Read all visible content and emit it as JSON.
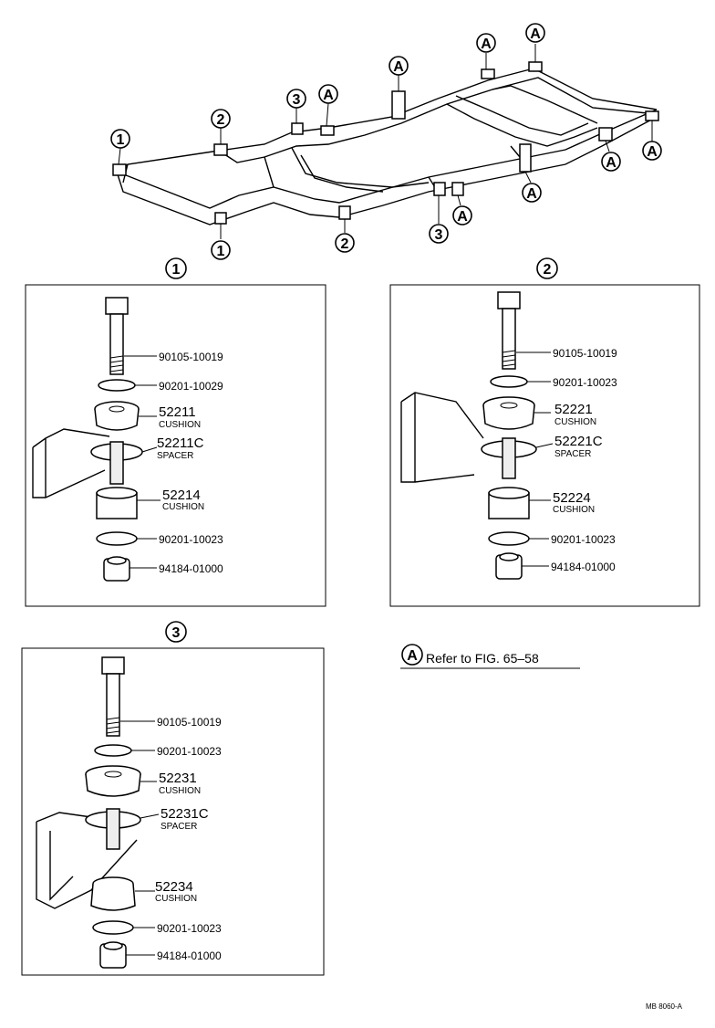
{
  "frame_markers": [
    {
      "id": "m1a",
      "text": "1"
    },
    {
      "id": "m2a",
      "text": "2"
    },
    {
      "id": "m3a",
      "text": "3"
    },
    {
      "id": "mAa",
      "text": "A"
    },
    {
      "id": "mAb",
      "text": "A"
    },
    {
      "id": "mAc",
      "text": "A"
    },
    {
      "id": "mAd",
      "text": "A"
    },
    {
      "id": "mAe",
      "text": "A"
    },
    {
      "id": "mAf",
      "text": "A"
    },
    {
      "id": "mAg",
      "text": "A"
    },
    {
      "id": "m1b",
      "text": "1"
    },
    {
      "id": "m2b",
      "text": "2"
    },
    {
      "id": "m3b",
      "text": "3"
    },
    {
      "id": "mAh",
      "text": "A"
    }
  ],
  "panel1": {
    "title": "1",
    "bolt": "90105-10019",
    "washer_top": "90201-10029",
    "cushion_top_no": "52211",
    "cushion_top_name": "CUSHION",
    "spacer_no": "52211C",
    "spacer_name": "SPACER",
    "cushion_bottom_no": "52214",
    "cushion_bottom_name": "CUSHION",
    "washer_bottom": "90201-10023",
    "nut": "94184-01000"
  },
  "panel2": {
    "title": "2",
    "bolt": "90105-10019",
    "washer_top": "90201-10023",
    "cushion_top_no": "52221",
    "cushion_top_name": "CUSHION",
    "spacer_no": "52221C",
    "spacer_name": "SPACER",
    "cushion_bottom_no": "52224",
    "cushion_bottom_name": "CUSHION",
    "washer_bottom": "90201-10023",
    "nut": "94184-01000"
  },
  "panel3": {
    "title": "3",
    "bolt": "90105-10019",
    "washer_top": "90201-10023",
    "cushion_top_no": "52231",
    "cushion_top_name": "CUSHION",
    "spacer_no": "52231C",
    "spacer_name": "SPACER",
    "cushion_bottom_no": "52234",
    "cushion_bottom_name": "CUSHION",
    "washer_bottom": "90201-10023",
    "nut": "94184-01000"
  },
  "reference_note": {
    "marker": "A",
    "text": "Refer to FIG. 65–58"
  },
  "figure_code": "MB 8060-A"
}
